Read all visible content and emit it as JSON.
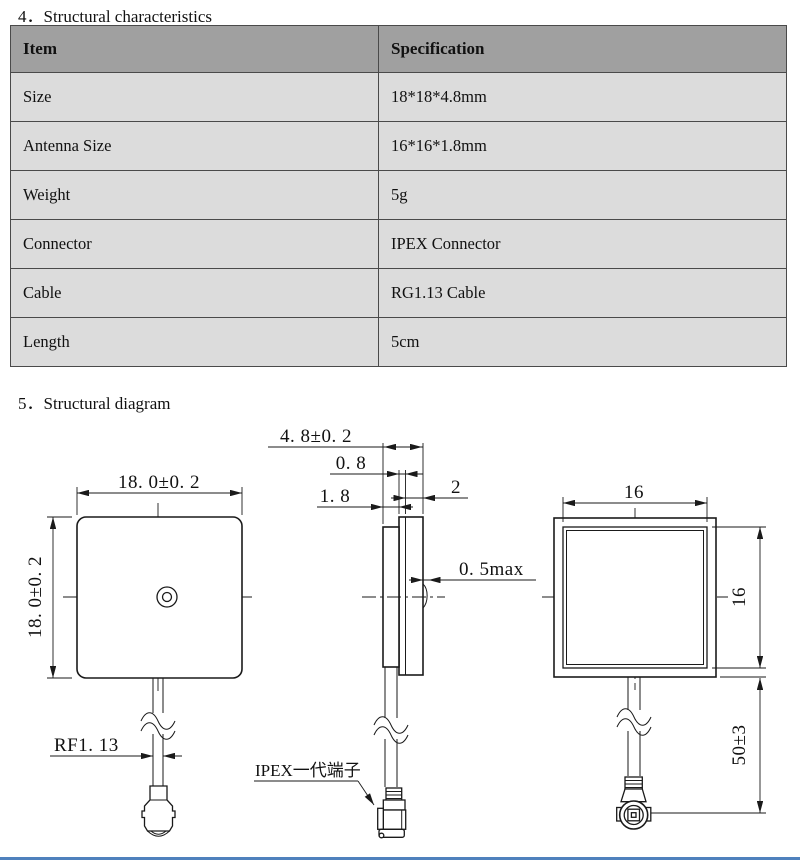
{
  "page": {
    "section4_title": "4．Structural characteristics",
    "section5_title": "5．Structural diagram"
  },
  "table": {
    "header": {
      "item": "Item",
      "spec": "Specification"
    },
    "rows": [
      {
        "item": "Size",
        "spec": "18*18*4.8mm"
      },
      {
        "item": "Antenna Size",
        "spec": "16*16*1.8mm"
      },
      {
        "item": "Weight",
        "spec": "5g"
      },
      {
        "item": "Connector",
        "spec": "IPEX Connector"
      },
      {
        "item": "Cable",
        "spec": "RG1.13 Cable"
      },
      {
        "item": "Length",
        "spec": "5cm"
      }
    ]
  },
  "diagram": {
    "front_view": {
      "width_dim": "18. 0±0. 2",
      "height_dim": "18. 0±0. 2",
      "cable_label": "RF1. 13"
    },
    "side_view": {
      "total_thickness_dim": "4. 8±0. 2",
      "gap_dim": "0. 8",
      "patch_thickness_dim": "1. 8",
      "base_thickness_dim": "2",
      "solder_dim": "0. 5max",
      "connector_label": "IPEX一代端子"
    },
    "back_view": {
      "width_dim": "16",
      "height_dim": "16",
      "cable_length_dim": "50±3"
    }
  },
  "colors": {
    "table_header_bg": "#a0a0a0",
    "table_row_bg": "#dcdcdc",
    "table_border": "#4a4a4a",
    "line_color": "#1a1a1a",
    "footer_line": "#4f81bd"
  }
}
